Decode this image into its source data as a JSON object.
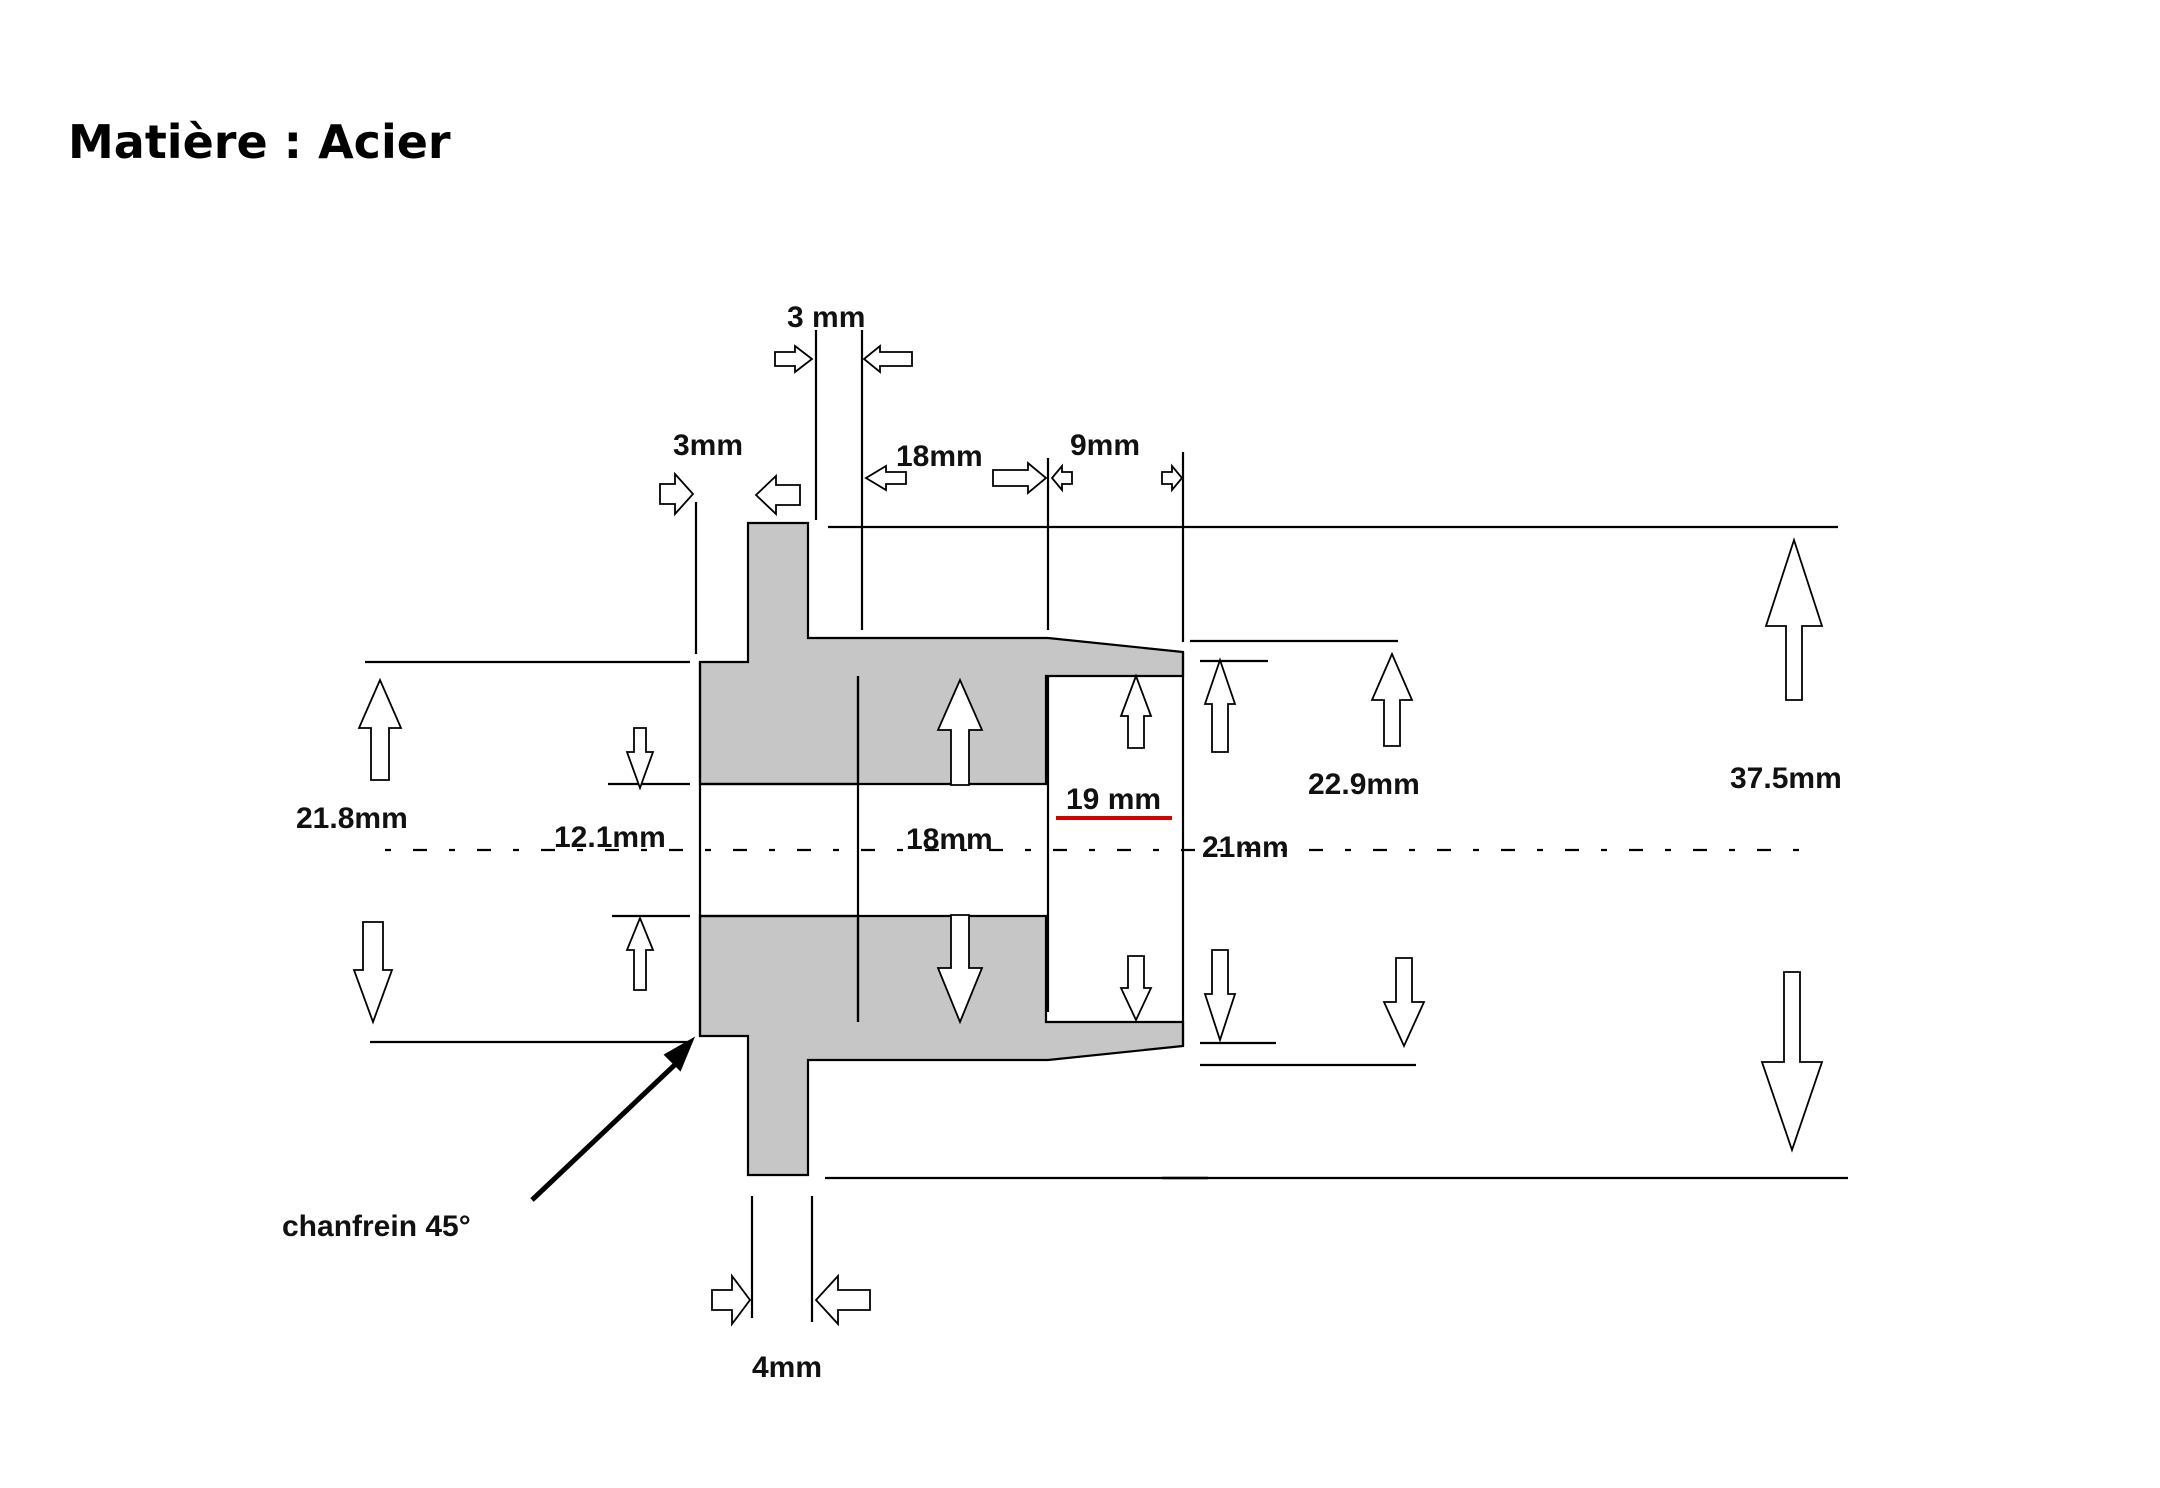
{
  "title": "Matière : Acier",
  "dimensions": {
    "d_3mm_top": "3 mm",
    "d_3mm_left": "3mm",
    "d_18mm_len": "18mm",
    "d_9mm_len": "9mm",
    "d_21_8mm": "21.8mm",
    "d_12_1mm": "12.1mm",
    "d_18mm_bore": "18mm",
    "d_19mm": "19 mm",
    "d_21mm": "21mm",
    "d_22_9mm": "22.9mm",
    "d_37_5mm": "37.5mm",
    "d_4mm": "4mm"
  },
  "annotation": {
    "chamfer": "chanfrein 45°"
  },
  "colors": {
    "part_fill": "#c6c6c6",
    "highlight": "#d60000"
  }
}
